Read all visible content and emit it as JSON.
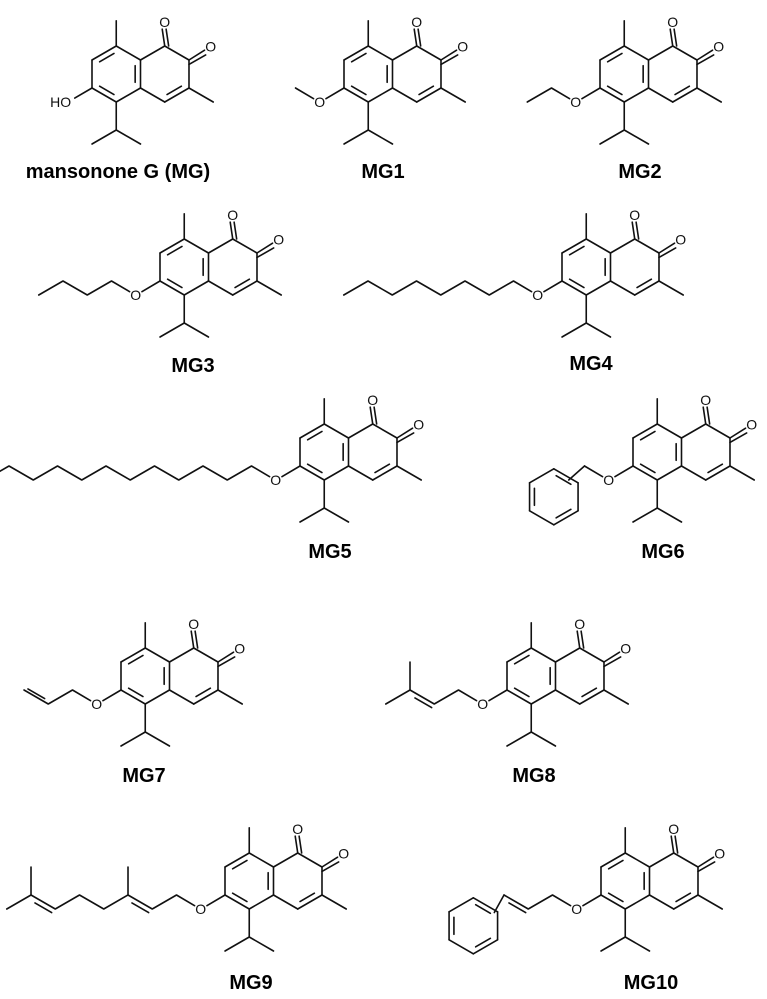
{
  "compounds": [
    {
      "id": "MG",
      "label": "mansonone G (MG)",
      "substituent": "OH",
      "substituent_label": "HO"
    },
    {
      "id": "MG1",
      "label": "MG1",
      "substituent": "methoxy"
    },
    {
      "id": "MG2",
      "label": "MG2",
      "substituent": "ethoxy"
    },
    {
      "id": "MG3",
      "label": "MG3",
      "substituent": "n-butoxy"
    },
    {
      "id": "MG4",
      "label": "MG4",
      "substituent": "n-octyloxy"
    },
    {
      "id": "MG5",
      "label": "MG5",
      "substituent": "n-dodecyloxy"
    },
    {
      "id": "MG6",
      "label": "MG6",
      "substituent": "benzyloxy"
    },
    {
      "id": "MG7",
      "label": "MG7",
      "substituent": "allyloxy"
    },
    {
      "id": "MG8",
      "label": "MG8",
      "substituent": "prenyloxy"
    },
    {
      "id": "MG9",
      "label": "MG9",
      "substituent": "geranyloxy"
    },
    {
      "id": "MG10",
      "label": "MG10",
      "substituent": "cinnamyloxy"
    }
  ],
  "atoms": {
    "oxygen": "O"
  },
  "colors": {
    "ink": "#111111",
    "background": "#ffffff"
  }
}
